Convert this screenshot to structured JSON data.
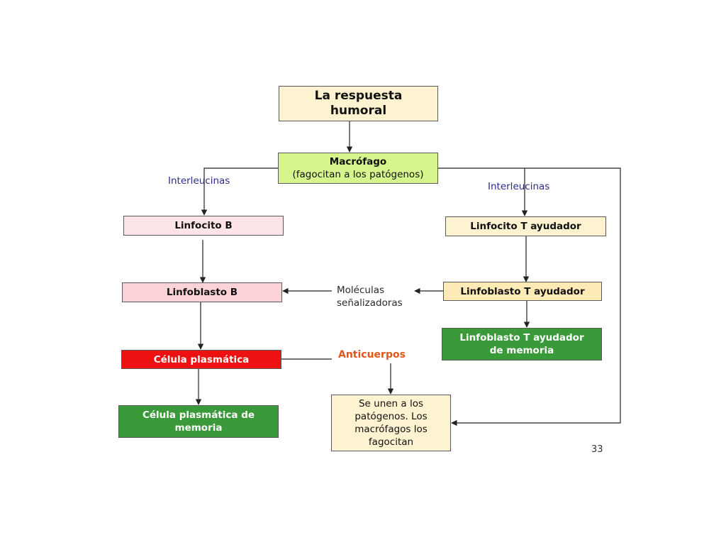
{
  "boxes": {
    "title": "La respuesta\nhumoral",
    "macrofago_title": "Macrófago",
    "macrofago_sub": "(fagocitan a los patógenos)",
    "linfocito_b": "Linfocito B",
    "linfocito_t": "Linfocito T ayudador",
    "linfoblasto_b": "Linfoblasto B",
    "linfoblasto_t": "Linfoblasto  T ayudador",
    "linfoblasto_t_memoria": "Linfoblasto  T ayudador\nde memoria",
    "celula_plasmatica": "Célula plasmática",
    "celula_memoria": "Célula plasmática de\nmemoria",
    "se_unen": "Se unen a los\npatógenos. Los\nmacrófagos los\nfagocitan"
  },
  "labels": {
    "interleucinas_left": "Interleucinas",
    "interleucinas_right": "Interleucinas",
    "moleculas": "Moléculas\nseñalizadoras",
    "anticuerpos": "Anticuerpos"
  },
  "page_number": "33",
  "colors": {
    "cream": "#fdf3d0",
    "light_green": "#d6f58c",
    "pink": "#fde4e6",
    "pink_medium": "#fbd3d6",
    "dark_green": "#3a9a3a",
    "red": "#ee1111",
    "line": "#222222"
  }
}
